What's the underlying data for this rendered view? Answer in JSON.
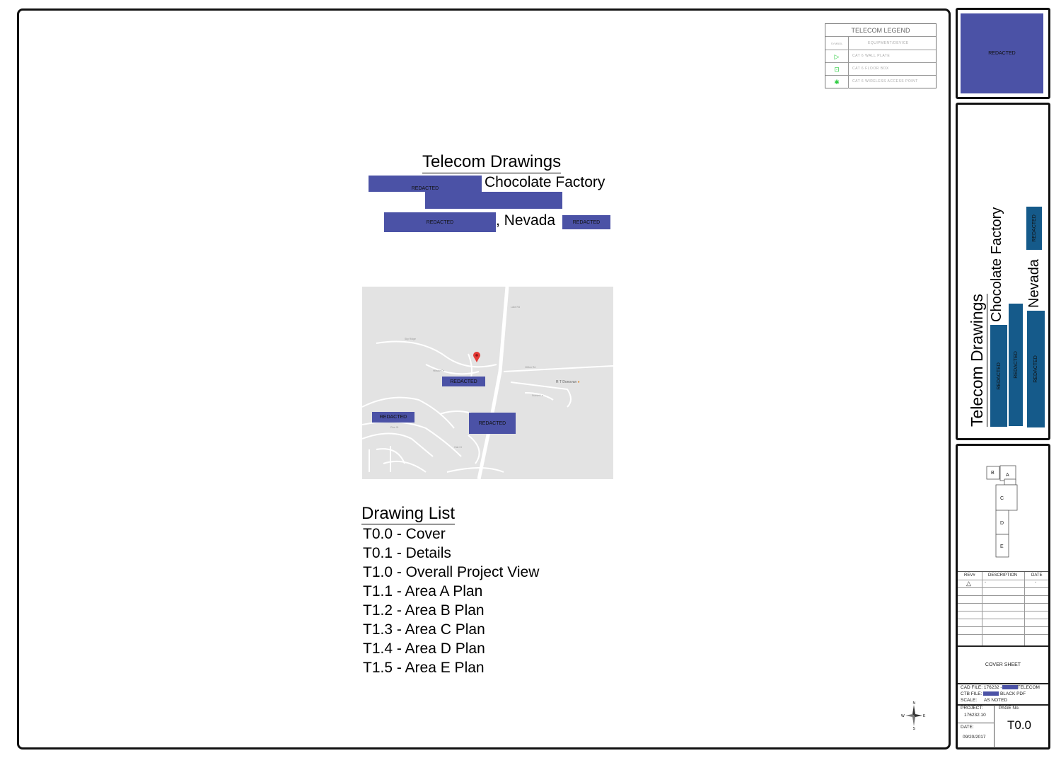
{
  "legend": {
    "title": "TELECOM LEGEND",
    "col_symbol": "SYMBOL",
    "col_desc": "EQUIPMENT/DEVICE",
    "rows": [
      {
        "icon": "triangle-icon",
        "desc": "CAT 6 WALL PLATE"
      },
      {
        "icon": "floor-box-icon",
        "desc": "CAT 6 FLOOR BOX"
      },
      {
        "icon": "wireless-ap-icon",
        "desc": "CAT 6 WIRELESS ACCESS POINT"
      }
    ]
  },
  "title": {
    "heading": "Telecom Drawings",
    "line2": "Chocolate Factory",
    "line4": ", Nevada",
    "redacted": "REDACTED"
  },
  "map": {
    "labels": [
      "REDACTED",
      "REDACTED",
      "REDACTED"
    ],
    "place": "R T Donovan"
  },
  "drawing_list": {
    "heading": "Drawing List",
    "items": [
      "T0.0 - Cover",
      "T0.1 - Details",
      "T1.0 - Overall Project View",
      "T1.1 - Area A Plan",
      "T1.2 - Area B Plan",
      "T1.3 - Area C Plan",
      "T1.4 - Area D Plan",
      "T1.5 - Area E Plan"
    ]
  },
  "compass": {
    "n": "N",
    "s": "S",
    "e": "E",
    "w": "W"
  },
  "title_block": {
    "logo_redacted": "REDACTED",
    "vertical": {
      "heading": "Telecom Drawings",
      "line2": "Chocolate Factory",
      "line3": "Nevada",
      "redacted": "REDACTED"
    },
    "key_plan": [
      "B",
      "A",
      "C",
      "D",
      "E"
    ],
    "rev_header": {
      "rev": "REV#",
      "description": "DESCRIPTION",
      "date": "DATE"
    },
    "rev_row": {
      "description": "-",
      "date": "-"
    },
    "sheet_name": "COVER SHEET",
    "cad_file_label": "CAD FILE:",
    "cad_file_a": "176232 -",
    "cad_file_b": "TELECOM",
    "ctb_file_label": "CTB FILE:",
    "ctb_file_value": "BLACK PDF",
    "scale_label": "SCALE:",
    "scale_value": "AS NOTED",
    "project_label": "PROJECT:",
    "project_value": "176232.10",
    "page_label": "PAGE No.",
    "page_value": "T0.0",
    "date_label": "DATE:",
    "date_value": "09/20/2017"
  },
  "colors": {
    "redaction": "#4b52a6",
    "redaction_alt": "#155a8a",
    "map_bg": "#e3e3e3",
    "pin": "#e53935"
  }
}
